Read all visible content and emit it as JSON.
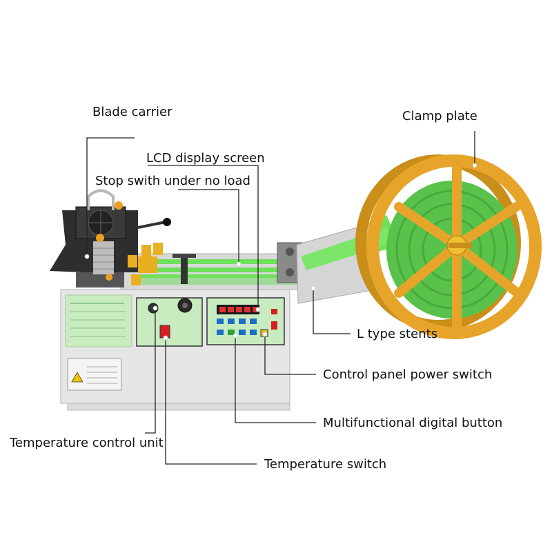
{
  "diagram": {
    "labels": {
      "blade_carrier": "Blade carrier",
      "lcd_display_screen": "LCD display screen",
      "stop_switch": "Stop swith under no load",
      "clamp_plate": "Clamp plate",
      "l_type_stents": "L type stents",
      "control_panel_power_switch": "Control panel power switch",
      "multifunctional_digital_button": "Multifunctional digital button",
      "temperature_control_unit": "Temperature control unit",
      "temperature_switch": "Temperature switch"
    },
    "colors": {
      "machine_body": "#e4e4e4",
      "panel_green": "#c8ecc0",
      "tape_green": "#6fe05a",
      "reel_yellow": "#e6a52a",
      "blade_dark": "#2e2e2e",
      "knob_orange": "#f0a020",
      "display_red": "#d42020",
      "button_blue": "#1c6fc4"
    }
  }
}
